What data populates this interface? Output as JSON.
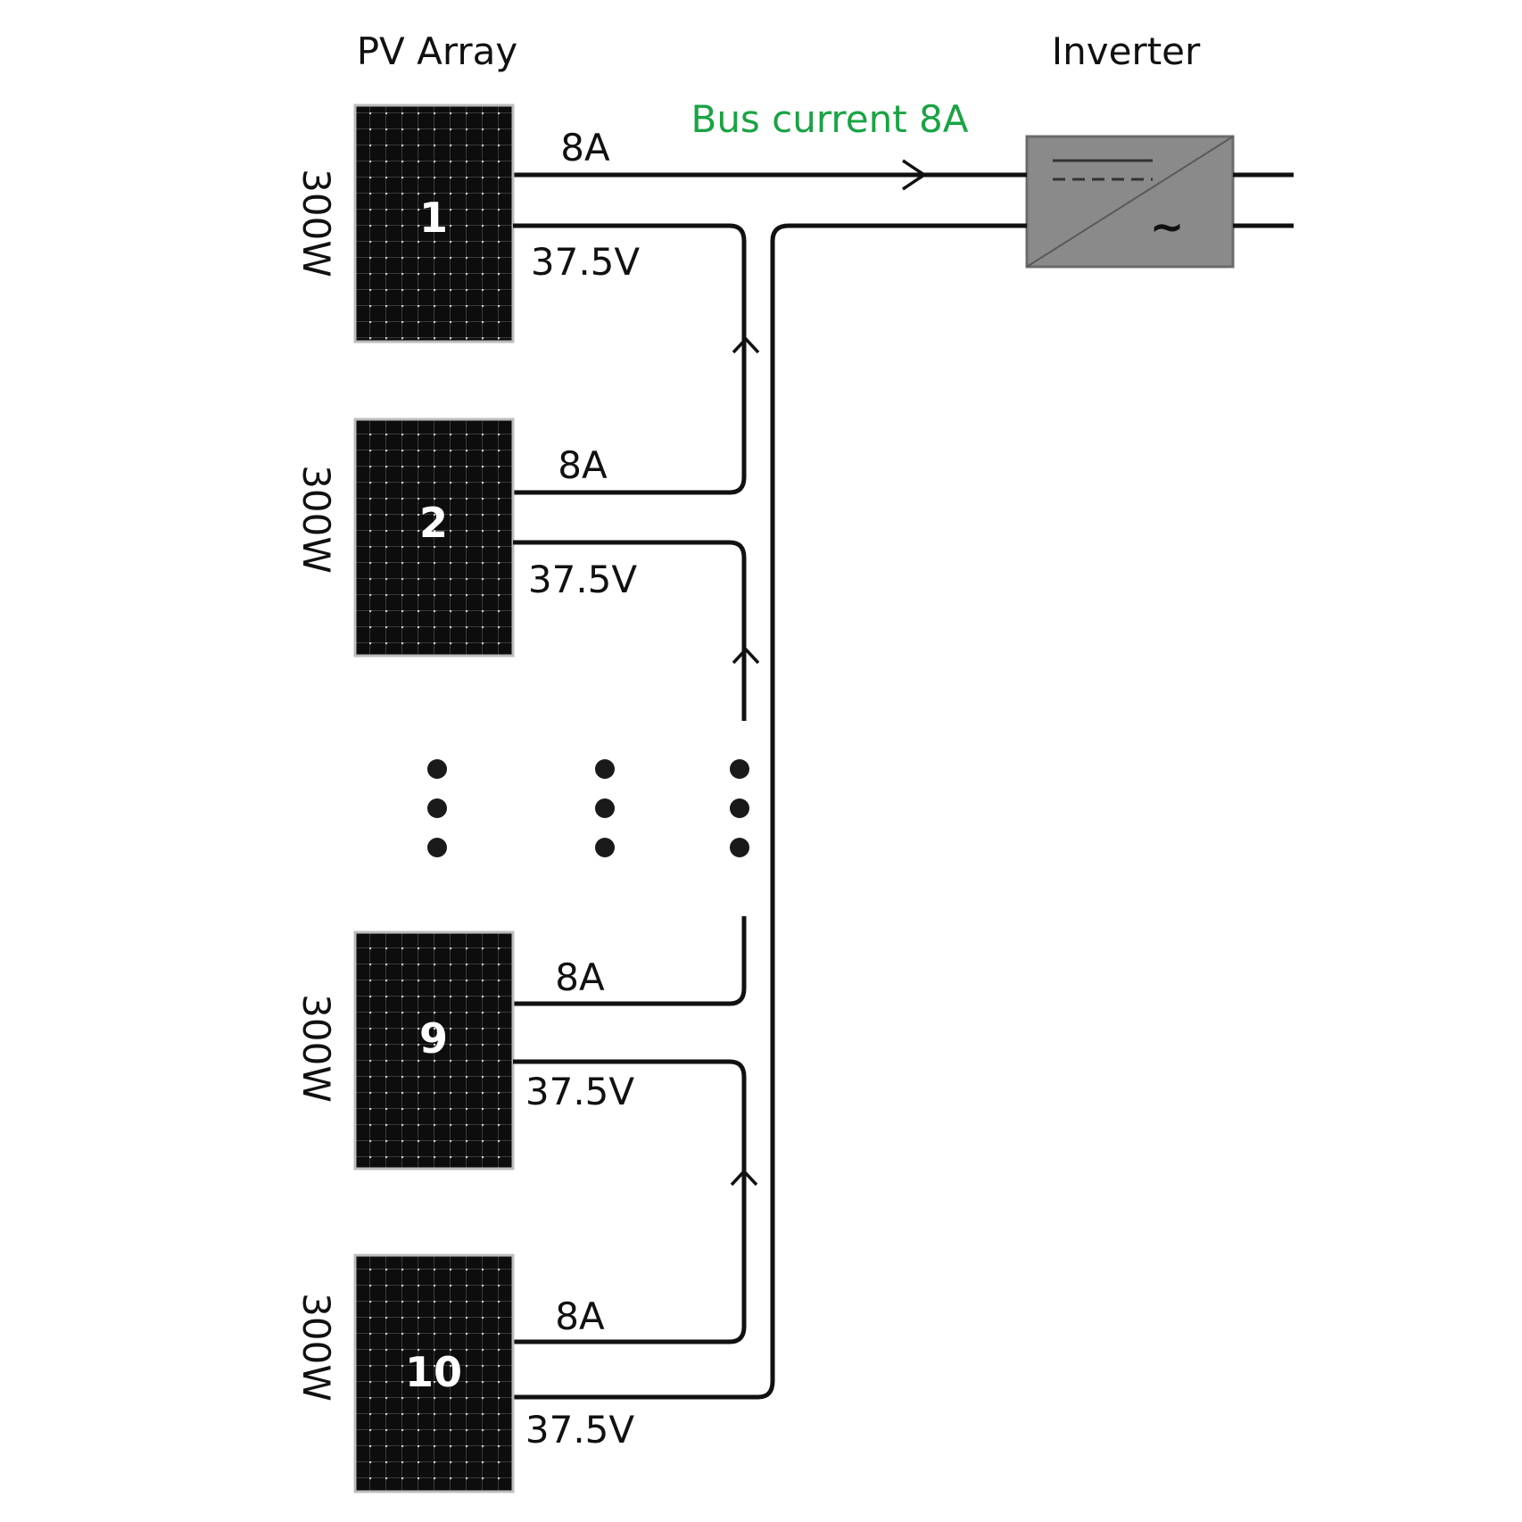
{
  "titles": {
    "array": "PV Array",
    "inverter": "Inverter",
    "bus": "Bus current 8A"
  },
  "colors": {
    "bus_label": "#1aa344",
    "panel": "#0d0d0d",
    "inverter_fill": "#8a8a8a"
  },
  "panels": [
    {
      "number": "1",
      "power": "300W",
      "current": "8A",
      "voltage": "37.5V"
    },
    {
      "number": "2",
      "power": "300W",
      "current": "8A",
      "voltage": "37.5V"
    },
    {
      "number": "9",
      "power": "300W",
      "current": "8A",
      "voltage": "37.5V"
    },
    {
      "number": "10",
      "power": "300W",
      "current": "8A",
      "voltage": "37.5V"
    }
  ],
  "inverter_symbol": "~"
}
